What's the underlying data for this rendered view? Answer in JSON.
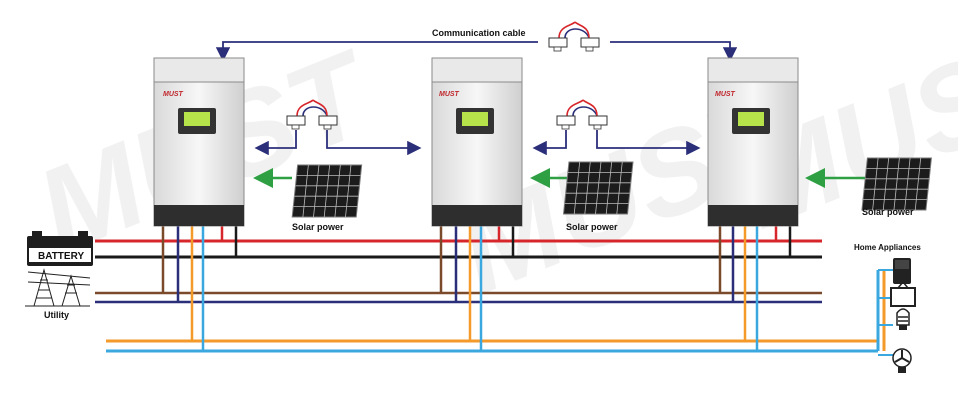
{
  "communication_cable_label": "Communication cable",
  "inverters": [
    {
      "brand": "MUST"
    },
    {
      "brand": "MUST"
    },
    {
      "brand": "MUST"
    }
  ],
  "solar_label": "Solar power",
  "battery_label": "BATTERY",
  "utility_label": "Utility",
  "home_appliances_label": "Home Appliances",
  "watermark": "MUST",
  "colors": {
    "red": "#d7262b",
    "black": "#1a1a1a",
    "brown": "#7b4a2a",
    "navy": "#2b2f7a",
    "orange": "#f39a2b",
    "skyblue": "#3aa7df",
    "green": "#2ea043",
    "arrow_blue": "#2b2f7a"
  }
}
